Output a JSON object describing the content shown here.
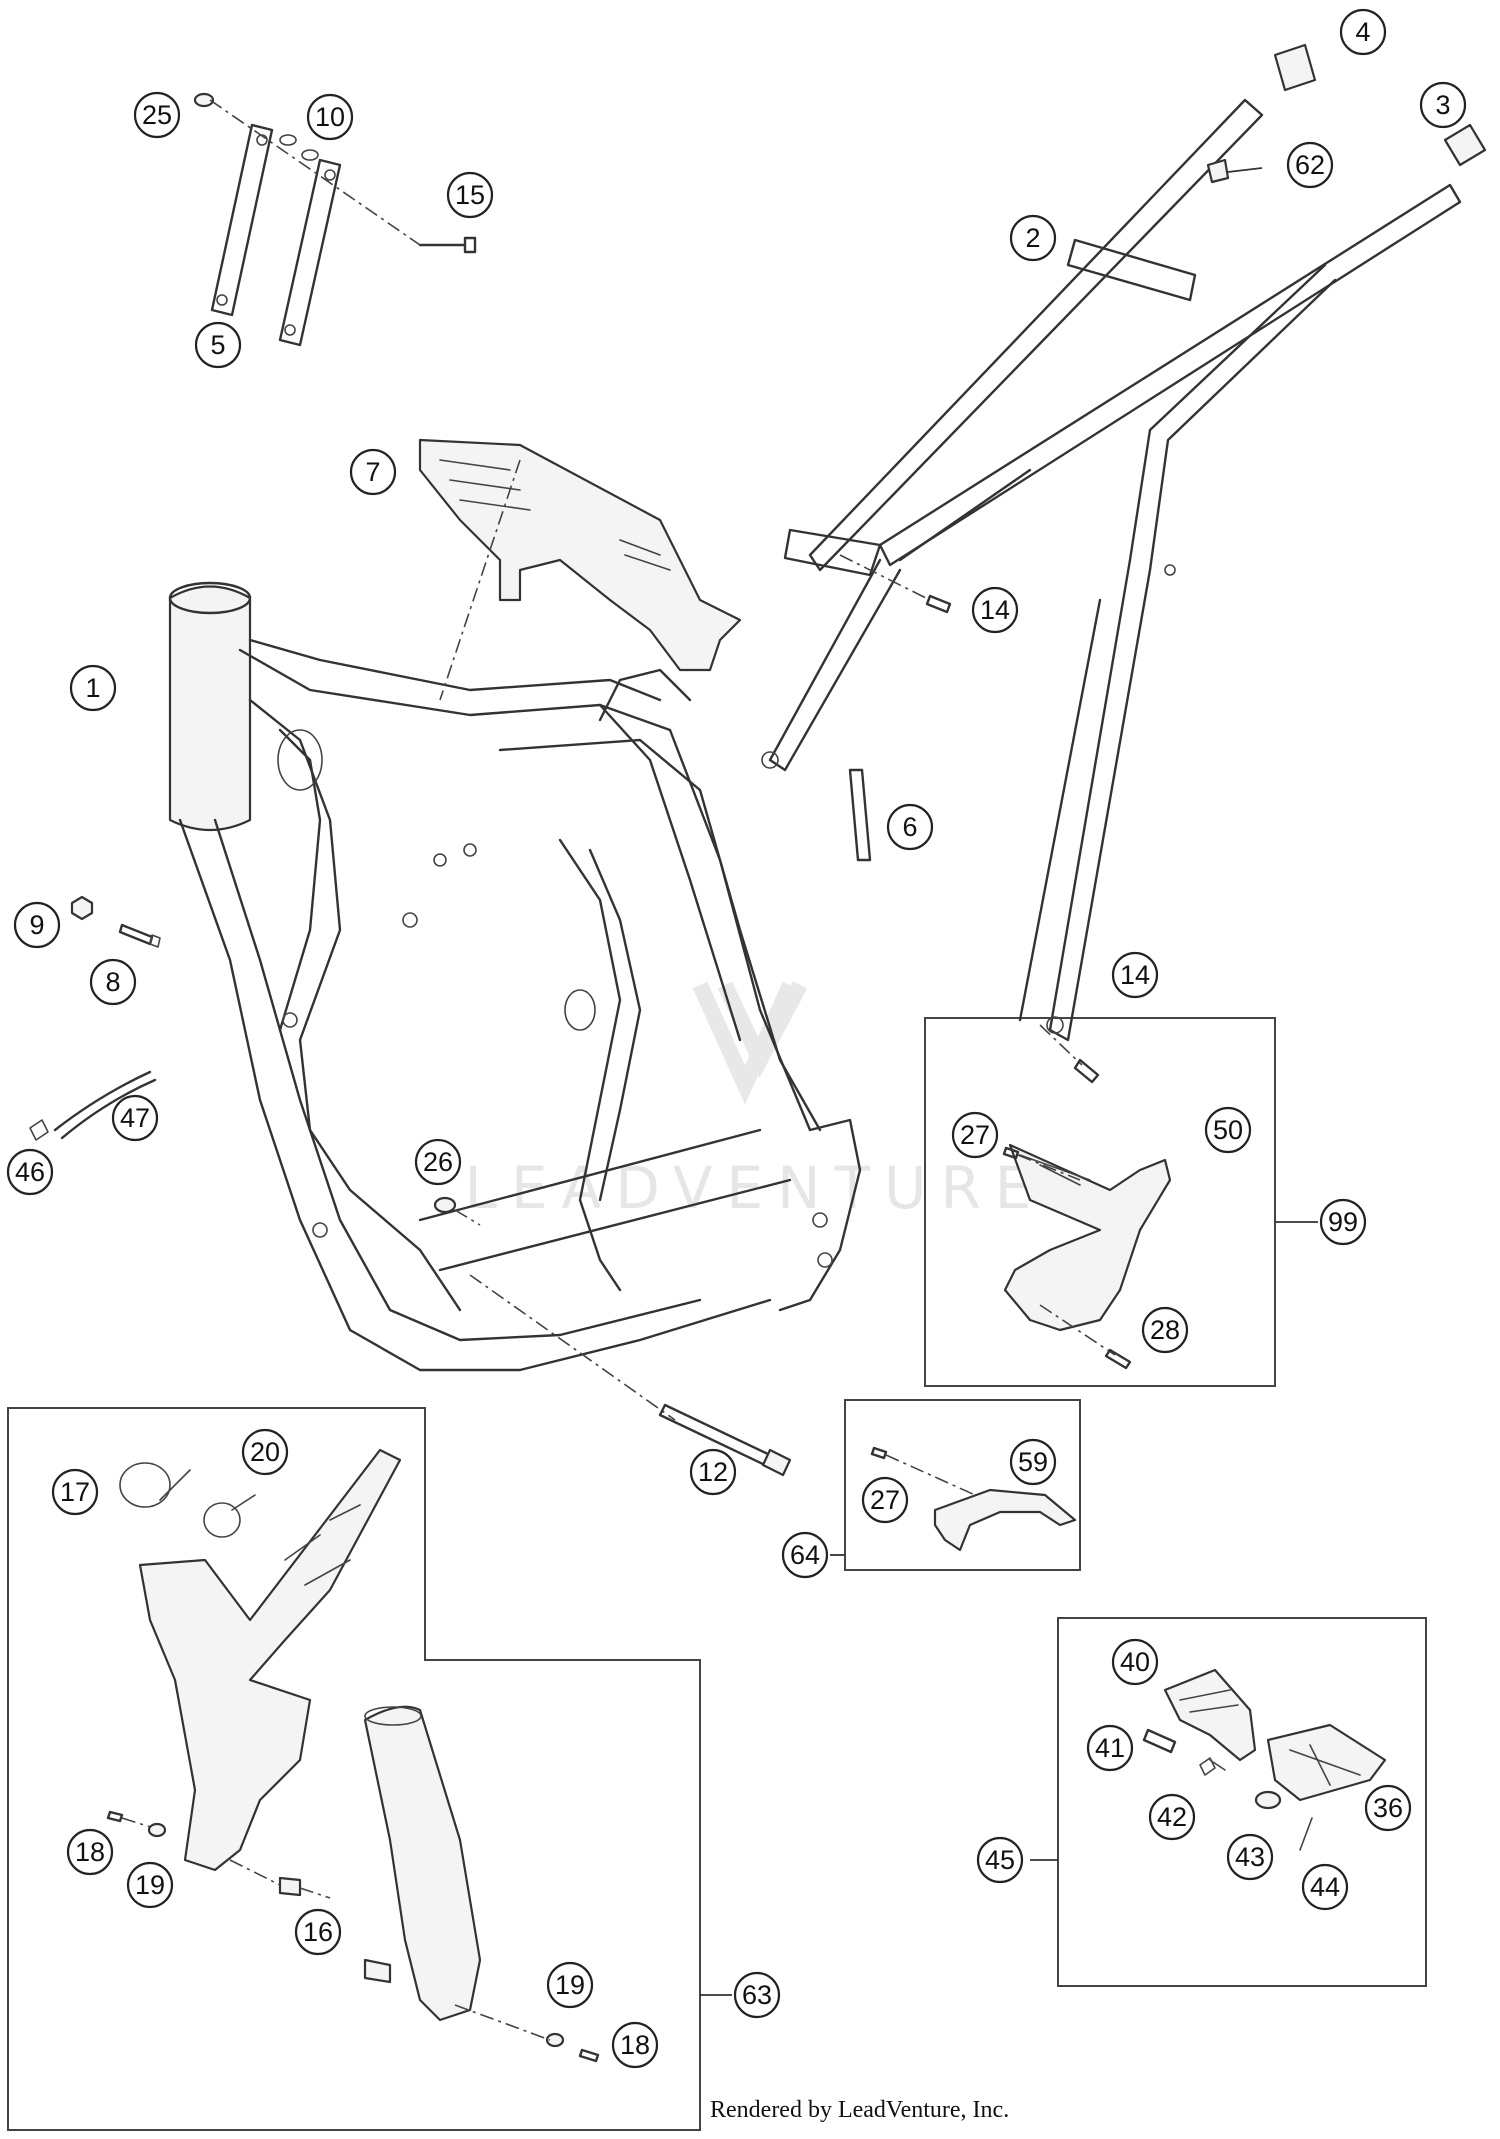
{
  "watermark": "LEADVENTURE",
  "credit": "Rendered by LeadVenture, Inc.",
  "callouts": [
    {
      "id": "c-1",
      "label": "1"
    },
    {
      "id": "c-2",
      "label": "2"
    },
    {
      "id": "c-3",
      "label": "3"
    },
    {
      "id": "c-4",
      "label": "4"
    },
    {
      "id": "c-5",
      "label": "5"
    },
    {
      "id": "c-6",
      "label": "6"
    },
    {
      "id": "c-7",
      "label": "7"
    },
    {
      "id": "c-8",
      "label": "8"
    },
    {
      "id": "c-9",
      "label": "9"
    },
    {
      "id": "c-10",
      "label": "10"
    },
    {
      "id": "c-12",
      "label": "12"
    },
    {
      "id": "c-14a",
      "label": "14"
    },
    {
      "id": "c-14b",
      "label": "14"
    },
    {
      "id": "c-15",
      "label": "15"
    },
    {
      "id": "c-16",
      "label": "16"
    },
    {
      "id": "c-17",
      "label": "17"
    },
    {
      "id": "c-18a",
      "label": "18"
    },
    {
      "id": "c-18b",
      "label": "18"
    },
    {
      "id": "c-19a",
      "label": "19"
    },
    {
      "id": "c-19b",
      "label": "19"
    },
    {
      "id": "c-20",
      "label": "20"
    },
    {
      "id": "c-25",
      "label": "25"
    },
    {
      "id": "c-26",
      "label": "26"
    },
    {
      "id": "c-27a",
      "label": "27"
    },
    {
      "id": "c-27b",
      "label": "27"
    },
    {
      "id": "c-28",
      "label": "28"
    },
    {
      "id": "c-36",
      "label": "36"
    },
    {
      "id": "c-40",
      "label": "40"
    },
    {
      "id": "c-41",
      "label": "41"
    },
    {
      "id": "c-42",
      "label": "42"
    },
    {
      "id": "c-43",
      "label": "43"
    },
    {
      "id": "c-44",
      "label": "44"
    },
    {
      "id": "c-45",
      "label": "45"
    },
    {
      "id": "c-46",
      "label": "46"
    },
    {
      "id": "c-47",
      "label": "47"
    },
    {
      "id": "c-50",
      "label": "50"
    },
    {
      "id": "c-59",
      "label": "59"
    },
    {
      "id": "c-62",
      "label": "62"
    },
    {
      "id": "c-63",
      "label": "63"
    },
    {
      "id": "c-64",
      "label": "64"
    },
    {
      "id": "c-99",
      "label": "99"
    }
  ]
}
